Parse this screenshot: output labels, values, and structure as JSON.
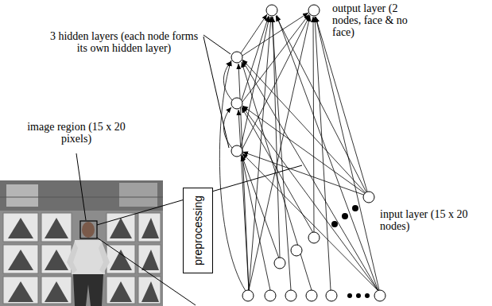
{
  "diagram": {
    "nodes": [
      {
        "text": [
          "preprocessing"
        ]
      }
    ],
    "labels": [
      "output layer (2 nodes, face & no face)",
      "3 hidden layers (each node forms its own hidden layer)",
      "image region (15 x 20 pixels)",
      "input layer (15 x 20 nodes)"
    ]
  }
}
